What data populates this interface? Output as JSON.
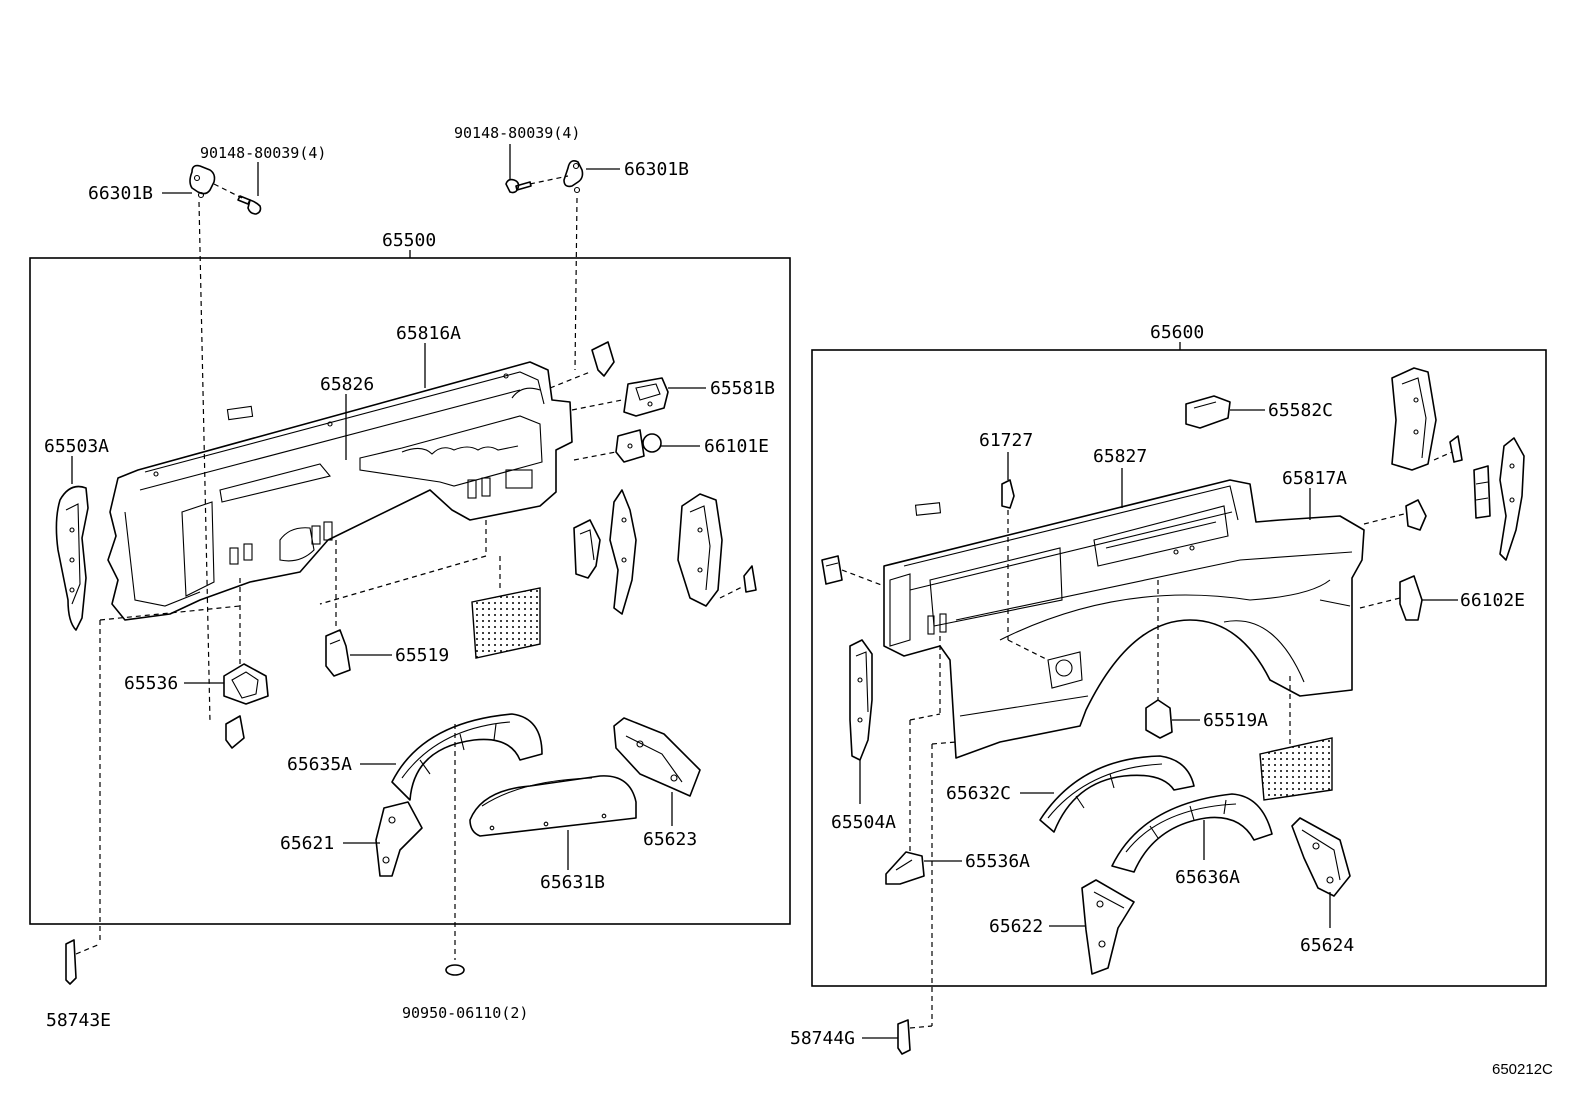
{
  "groups": {
    "left_assembly": "65500",
    "right_assembly": "65600"
  },
  "labels": {
    "bolt_left": "90148-80039(4)",
    "bolt_right": "90148-80039(4)",
    "hook_left": "66301B",
    "hook_right": "66301B",
    "p65816A": "65816A",
    "p65826": "65826",
    "p65581B": "65581B",
    "p66101E": "66101E",
    "p65503A": "65503A",
    "p65519": "65519",
    "p65536": "65536",
    "p65635A": "65635A",
    "p65621": "65621",
    "p65631B": "65631B",
    "p65623": "65623",
    "p58743E": "58743E",
    "p90950": "90950-06110(2)",
    "p65582C": "65582C",
    "p61727": "61727",
    "p65827": "65827",
    "p65817A": "65817A",
    "p66102E": "66102E",
    "p65504A": "65504A",
    "p65519A": "65519A",
    "p65632C": "65632C",
    "p65636A": "65636A",
    "p65536A": "65536A",
    "p65622": "65622",
    "p65624": "65624",
    "p58744G": "58744G"
  },
  "figure_code": "650212C"
}
